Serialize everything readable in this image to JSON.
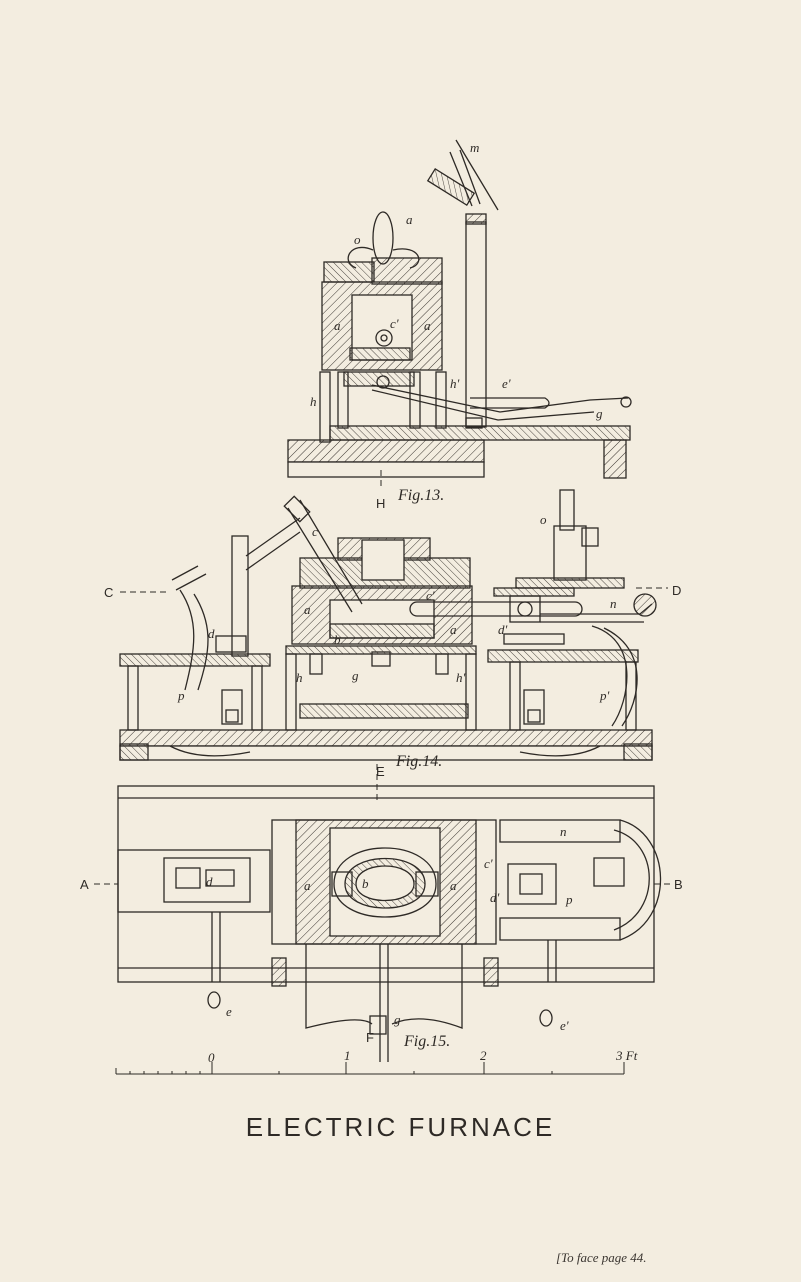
{
  "plate_title": "ELECTRIC FURNACE",
  "caption": "[To face page 44.",
  "figures": {
    "fig13": {
      "label": "Fig.13.",
      "letters": {
        "m": "m",
        "a": "a",
        "o": "o",
        "a_left": "a",
        "a_right": "a",
        "c_prime": "c'",
        "h": "h",
        "h_prime": "h'",
        "e_prime": "e'",
        "g": "g"
      }
    },
    "fig14": {
      "label": "Fig.14.",
      "letters": {
        "c": "c",
        "d": "d",
        "p": "p",
        "a_left": "a",
        "a_right": "a",
        "b": "b",
        "c_prime": "c'",
        "o": "o",
        "n": "n",
        "d_prime": "d'",
        "h": "h",
        "g": "g",
        "h_prime": "h'",
        "p_prime": "p'"
      }
    },
    "fig15": {
      "label": "Fig.15.",
      "letters": {
        "d": "d",
        "a_left": "a",
        "b": "b",
        "a_right": "a",
        "c_prime": "c'",
        "d_prime": "d'",
        "n": "n",
        "p": "p",
        "e": "e",
        "e_prime": "e'",
        "g": "g"
      }
    }
  },
  "section_marks": {
    "H": "H",
    "C": "C",
    "D": "D",
    "E": "E",
    "A": "A",
    "B": "B",
    "F": "F"
  },
  "scale": {
    "ticks": [
      "0",
      "1",
      "2",
      "3 Ft"
    ]
  }
}
